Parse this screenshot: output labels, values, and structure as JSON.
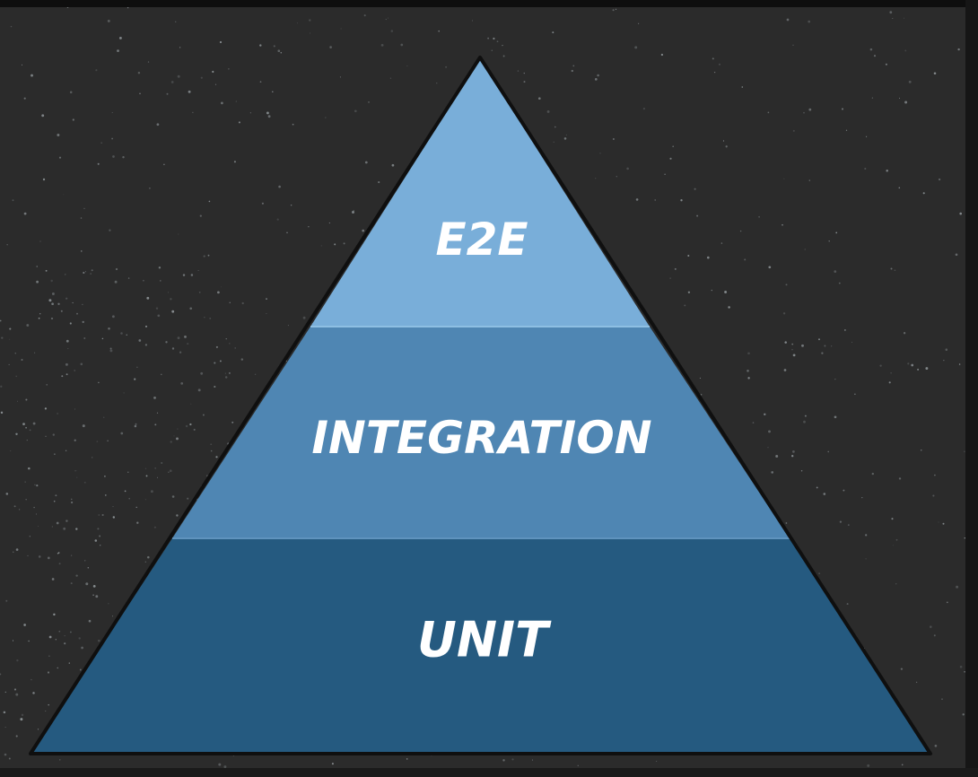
{
  "pyramid": {
    "tiers": [
      {
        "label": "E2E",
        "color": "#79aed9"
      },
      {
        "label": "INTEGRATION",
        "color": "#4f86b3"
      },
      {
        "label": "UNIT",
        "color": "#255a80"
      }
    ],
    "outline_color": "#0f0f0f",
    "background_color": "#2b2b2b"
  }
}
